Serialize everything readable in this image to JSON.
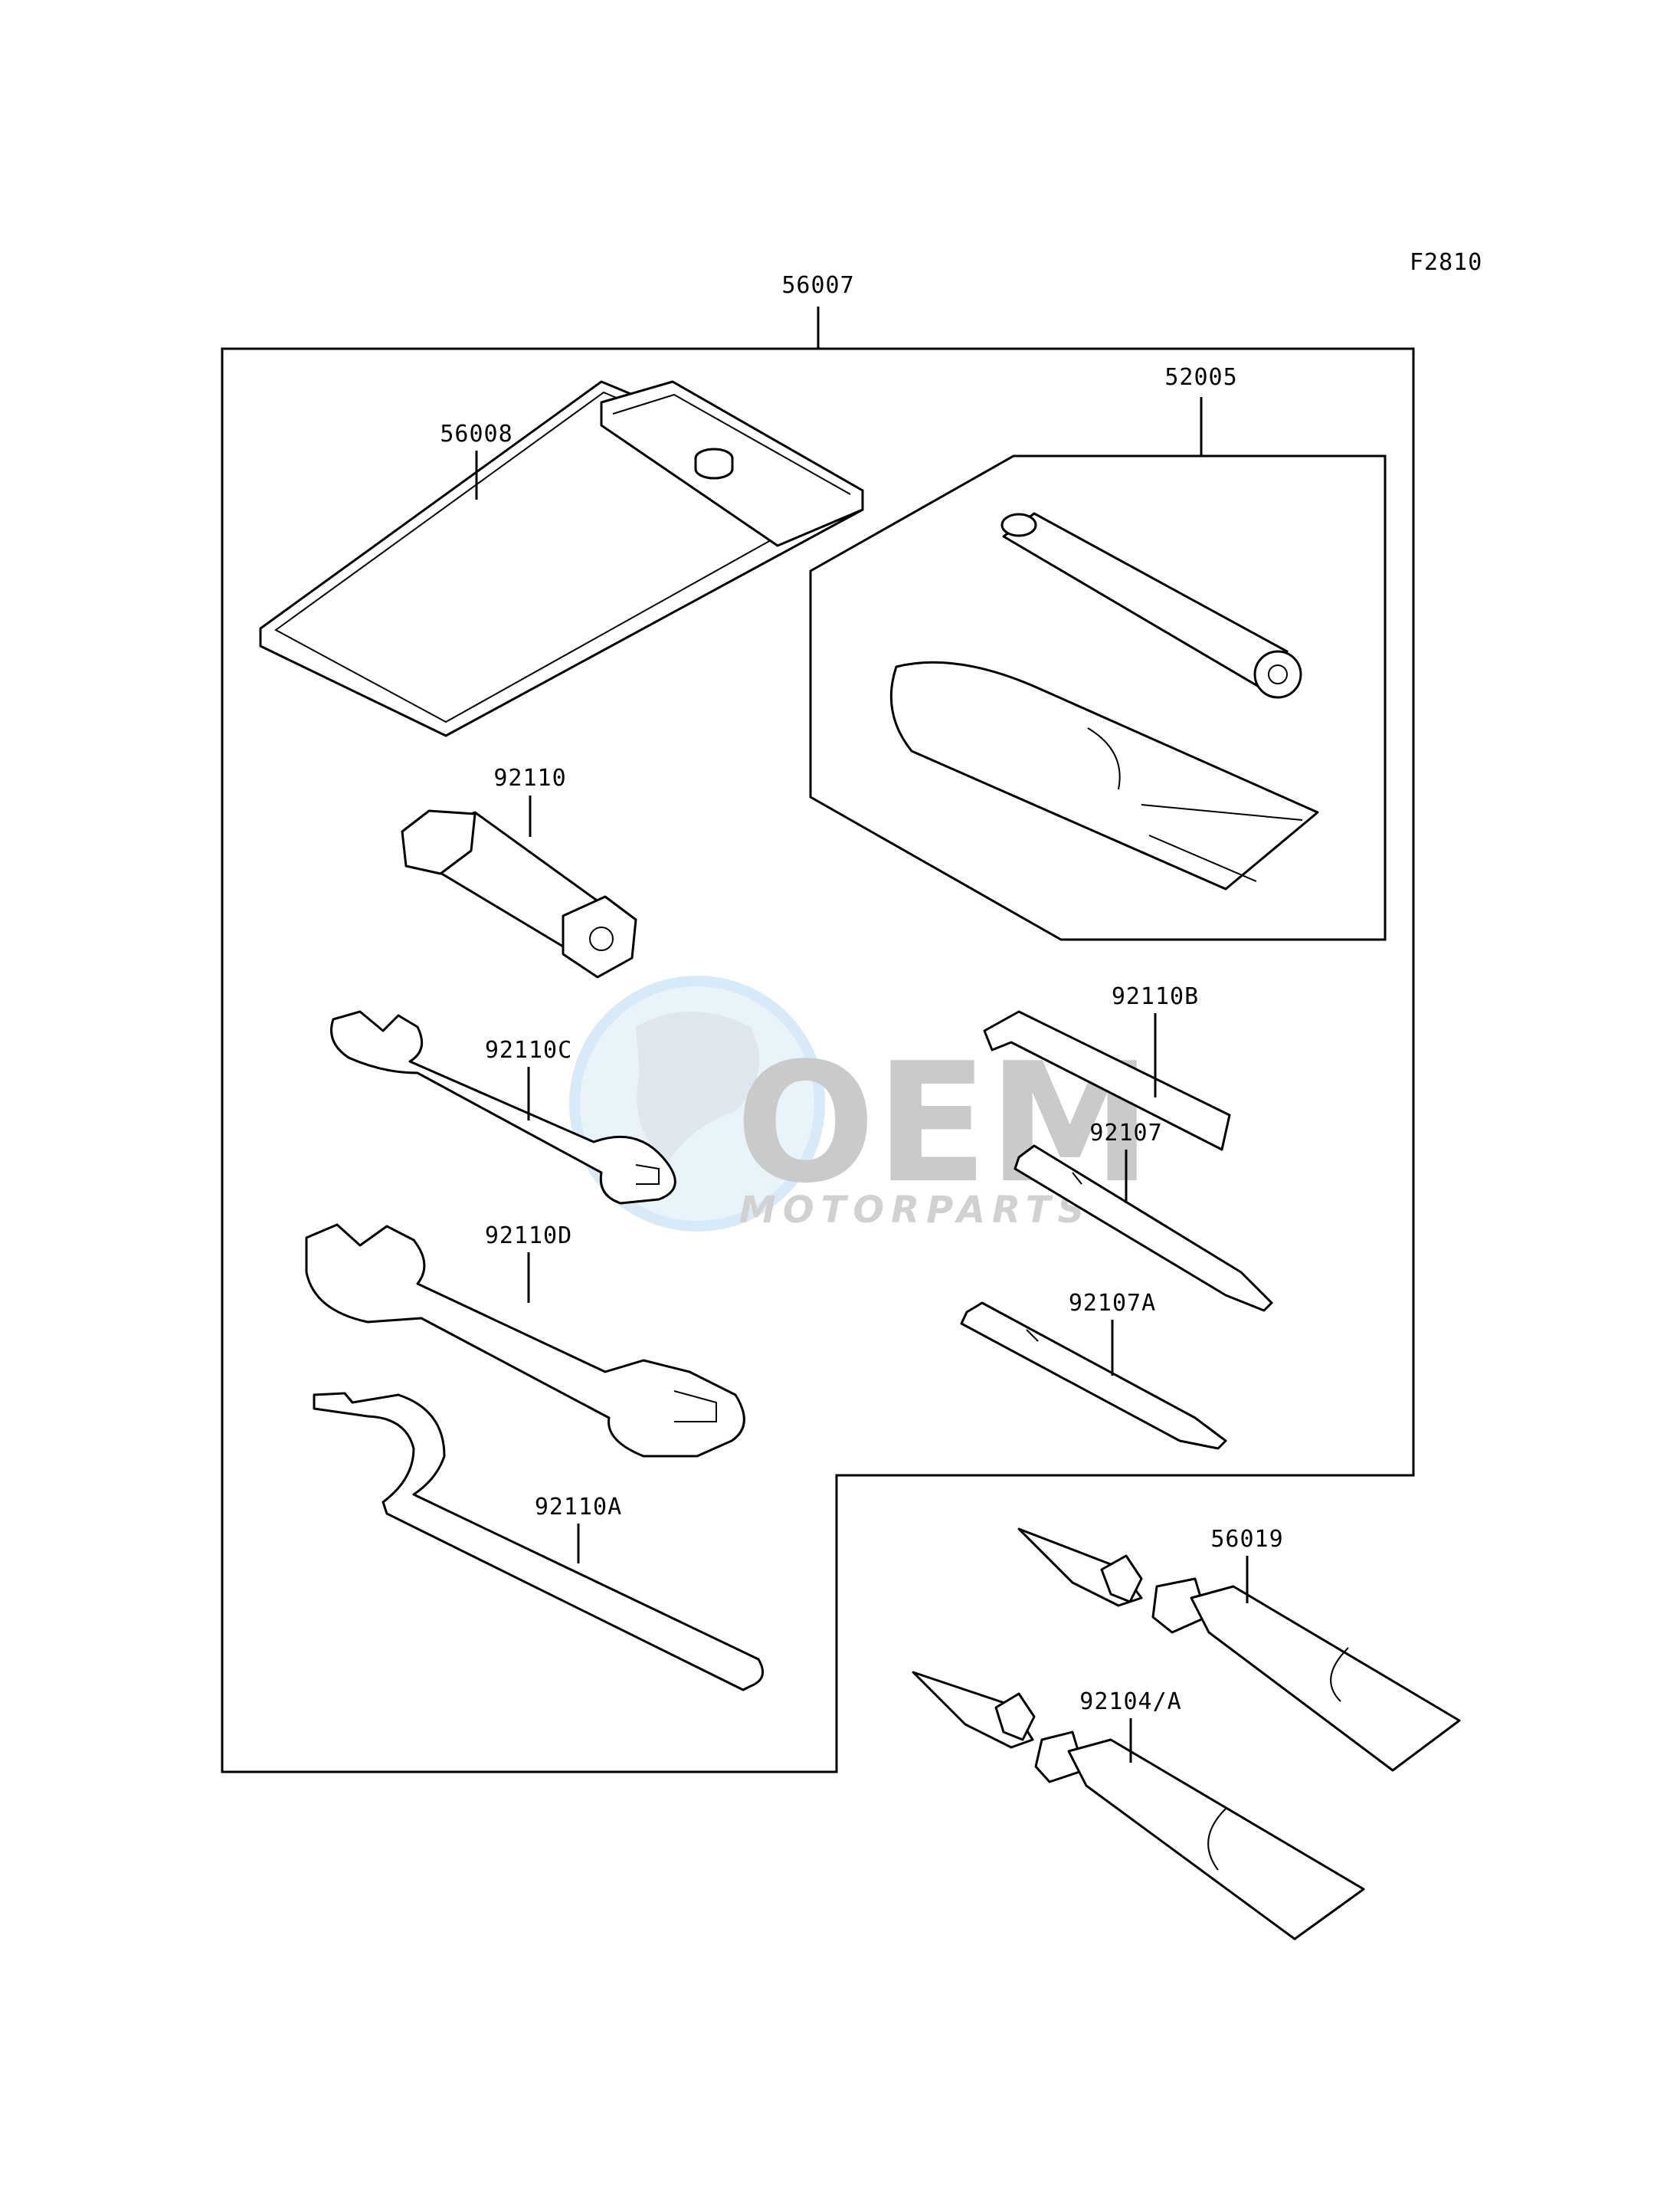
{
  "figure_code": "F2810",
  "parts": {
    "kit": "56007",
    "tool_case": "56008",
    "repair_kit": "52005",
    "plug_wrench": "92110",
    "hex_wrench": "92110B",
    "wrench_c": "92110C",
    "screwdriver": "92107",
    "wrench_d": "92110D",
    "screwdriver_a": "92107A",
    "hook_wrench": "92110A",
    "grease_tube": "56019",
    "grease_tube_b": "92104/A"
  },
  "watermark": {
    "brand": "OEM",
    "subtitle": "MOTORPARTS"
  }
}
